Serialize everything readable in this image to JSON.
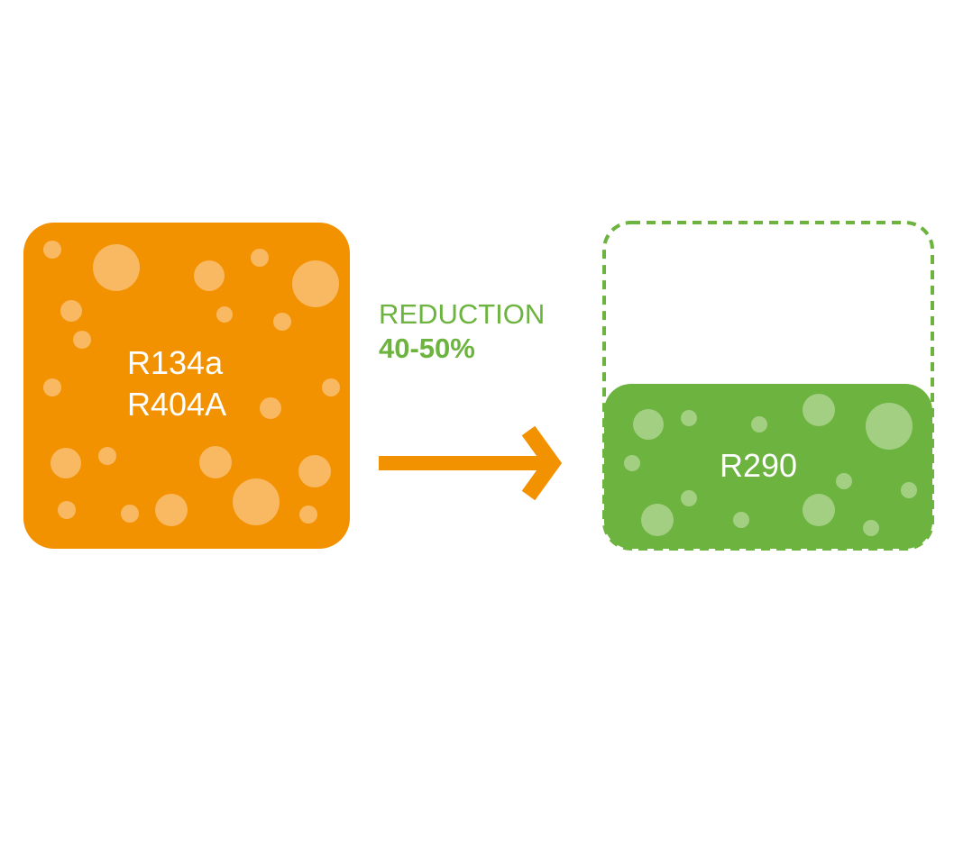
{
  "colors": {
    "orange": "#f39200",
    "orange_bubble": "#f9b862",
    "green": "#6cb33f",
    "green_bubble": "#a3cf82",
    "background": "#ffffff"
  },
  "source_box": {
    "lines": [
      "R134a",
      "R404A"
    ]
  },
  "reduction": {
    "label": "REDUCTION",
    "value": "40-50%"
  },
  "target_box": {
    "label": "R290"
  },
  "icons": {
    "arrow": "right-arrow-icon"
  }
}
